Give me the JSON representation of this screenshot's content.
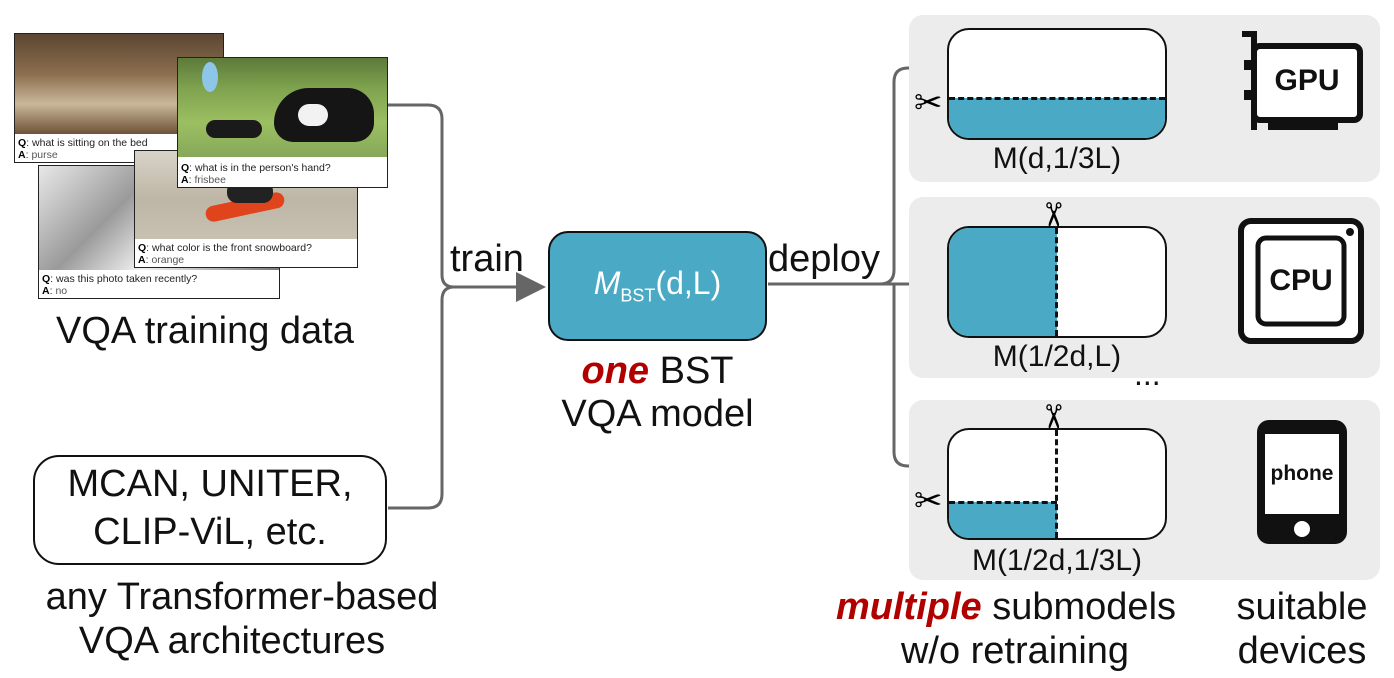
{
  "data": {
    "vqa_examples": [
      {
        "q": "what is sitting on the bed",
        "a": "purse"
      },
      {
        "q": "what is in the person's hand?",
        "a": "frisbee"
      },
      {
        "q": "what color is the front snowboard?",
        "a": "orange"
      },
      {
        "q": "was this photo taken recently?",
        "a": "no"
      }
    ],
    "q_prefix": "Q",
    "a_prefix": "A",
    "training_data_label": "VQA training data",
    "architectures": {
      "line1": "MCAN, UNITER,",
      "line2": "CLIP-ViL, etc."
    },
    "architectures_caption": {
      "line1": "any Transformer-based",
      "line2": "VQA architectures"
    }
  },
  "flow": {
    "train_label": "train",
    "deploy_label": "deploy"
  },
  "bst_model": {
    "symbol": "M",
    "subscript": "BST",
    "args": "(d,L)",
    "caption_emph": "one",
    "caption_rest": " BST",
    "caption_line2": "VQA model",
    "emph_color": "#b00000",
    "box_color": "#4aa9c4"
  },
  "submodels": [
    {
      "label": "M(d,1/3L)",
      "device": "GPU"
    },
    {
      "label": "M(1/2d,L)",
      "device": "CPU"
    },
    {
      "label": "M(1/2d,1/3L)",
      "device": "phone"
    }
  ],
  "ellipsis": "...",
  "submodels_caption": {
    "emph": "multiple",
    "rest": " submodels",
    "line2": "w/o retraining"
  },
  "devices_caption": {
    "line1": "suitable",
    "line2": "devices"
  },
  "icons": {
    "cut": "scissors-icon",
    "gpu": "gpu-card-icon",
    "cpu": "cpu-chip-icon",
    "phone": "smartphone-icon"
  }
}
